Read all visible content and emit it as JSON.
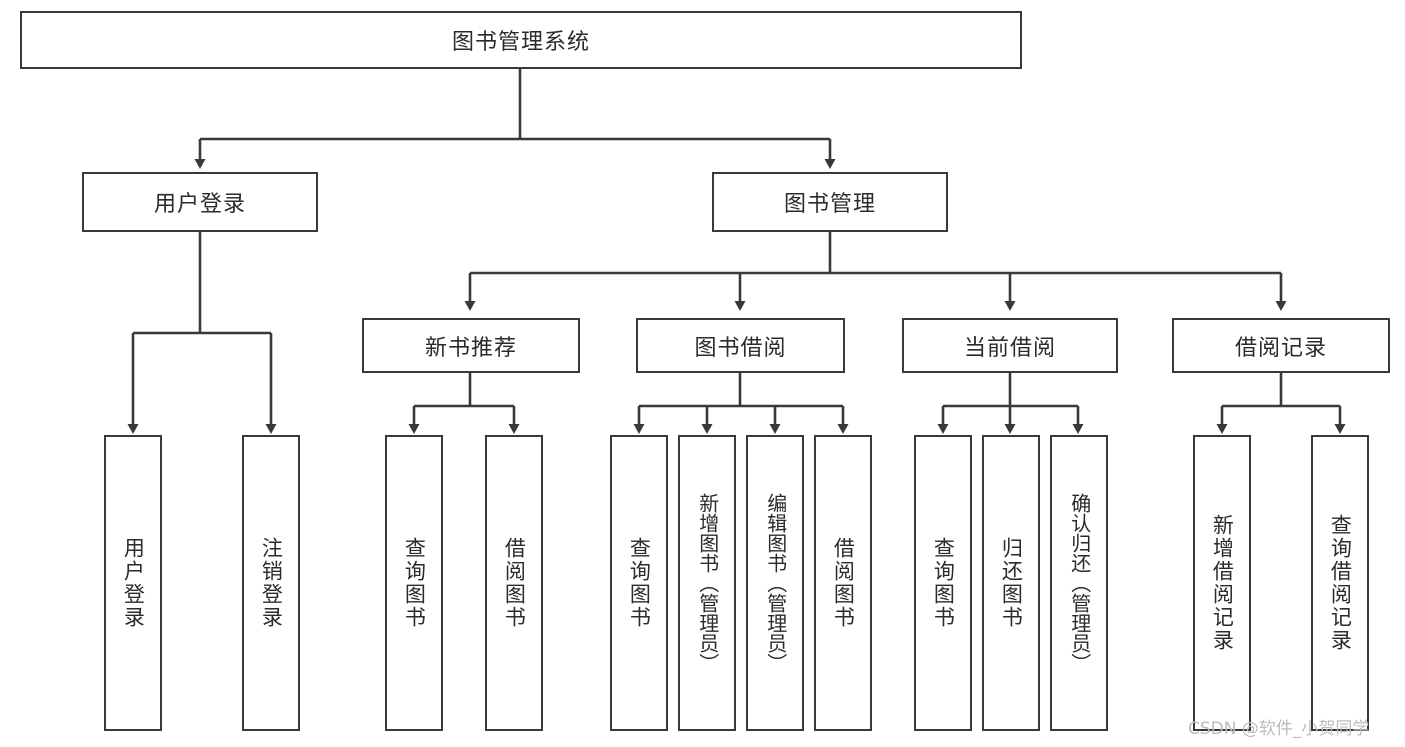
{
  "diagram": {
    "title": "图书管理系统",
    "watermark": "CSDN @软件_小贺同学",
    "line_color": "#37393b",
    "text_color": "#2b2b2b",
    "background": "#ffffff",
    "root": {
      "label": "图书管理系统"
    },
    "level2": [
      {
        "label": "用户登录"
      },
      {
        "label": "图书管理"
      }
    ],
    "level3": [
      {
        "label": "新书推荐"
      },
      {
        "label": "图书借阅"
      },
      {
        "label": "当前借阅"
      },
      {
        "label": "借阅记录"
      }
    ],
    "leaves": {
      "user_login": [
        {
          "label": "用户登录"
        },
        {
          "label": "注销登录"
        }
      ],
      "new_book_recommend": [
        {
          "label": "查询图书"
        },
        {
          "label": "借阅图书"
        }
      ],
      "book_borrow": [
        {
          "label": "查询图书"
        },
        {
          "label": "新增图书（管理员）"
        },
        {
          "label": "编辑图书（管理员）"
        },
        {
          "label": "借阅图书"
        }
      ],
      "current_borrow": [
        {
          "label": "查询图书"
        },
        {
          "label": "归还图书"
        },
        {
          "label": "确认归还（管理员）"
        }
      ],
      "borrow_record": [
        {
          "label": "新增借阅记录"
        },
        {
          "label": "查询借阅记录"
        }
      ]
    }
  }
}
